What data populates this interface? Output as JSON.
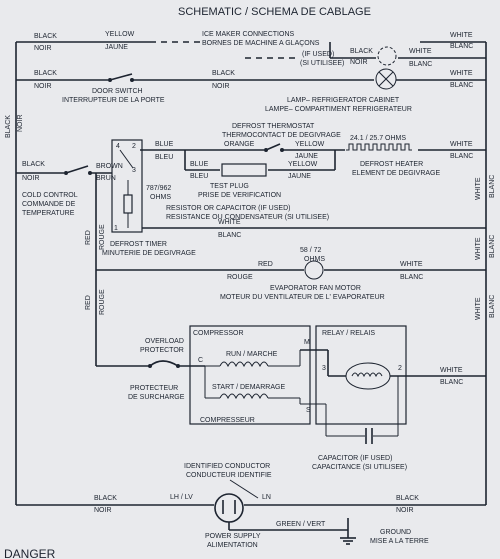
{
  "title": "SCHEMATIC / SCHEMA DE CABLAGE",
  "labels": {
    "black_top": "BLACK",
    "noir_top": "NOIR",
    "yellow_top": "YELLOW",
    "jaune_top": "JAUNE",
    "ice_maker_en": "ICE MAKER CONNECTIONS",
    "ice_maker_fr": "BORNES DE MACHINE A GLAÇONS",
    "if_used": "(IF USED)",
    "si_utilisee": "(SI UTILISEE)",
    "black_icem": "BLACK",
    "noir_icem": "NOIR",
    "white_r1": "WHITE",
    "blanc_r1": "BLANC",
    "white_r1b": "WHITE",
    "blanc_r1b": "BLANC",
    "black_door": "BLACK",
    "noir_door": "NOIR",
    "door_switch_en": "DOOR SWITCH",
    "door_switch_fr": "INTERRUPTEUR DE LA PORTE",
    "black_door2": "BLACK",
    "noir_door2": "NOIR",
    "white_lamp": "WHITE",
    "blanc_lamp": "BLANC",
    "lamp_en": "LAMP– REFRIGERATOR CABINET",
    "lamp_fr": "LAMPE– COMPARTIMENT REFRIGERATEUR",
    "black_left": "BLACK",
    "noir_left": "NOIR",
    "white_right1": "WHITE",
    "blanc_right1": "BLANC",
    "white_right2": "WHITE",
    "blanc_right2": "BLANC",
    "defrost_thermo_en": "DEFROST THERMOSTAT",
    "defrost_thermo_fr": "THERMOCONTACT DE DEGIVRAGE",
    "ohms_heater": "24.1 / 25.7 OHMS",
    "num_4": "4",
    "num_2": "2",
    "num_3": "3",
    "num_1": "1",
    "blue_a": "BLUE",
    "bleu_a": "BLEU",
    "blue_b": "BLUE",
    "bleu_b": "BLEU",
    "orange": "ORANGE",
    "yellow_therm": "YELLOW",
    "jaune_therm": "JAUNE",
    "yellow_plug": "YELLOW",
    "jaune_plug": "JAUNE",
    "white_heater": "WHITE",
    "blanc_heater": "BLANC",
    "heater_en": "DEFROST HEATER",
    "heater_fr": "ELEMENT DE DEGIVRAGE",
    "black_cc": "BLACK",
    "noir_cc": "NOIR",
    "brown": "BROWN",
    "brun": "BRUN",
    "cold_control_en": "COLD CONTROL",
    "cold_control_fr": "COMMANDE DE",
    "cold_control_fr2": "TEMPERATURE",
    "timer_ohms": "787/962",
    "timer_ohms_unit": "OHMS",
    "test_plug_en": "TEST PLUG",
    "test_plug_fr": "PRISE DE VERIFICATION",
    "resistor_en": "RESISTOR OR CAPACITOR (IF USED)",
    "resistor_fr": "RESISTANCE OU CONDENSATEUR (SI UTILISEE)",
    "white_res": "WHITE",
    "blanc_res": "BLANC",
    "defrost_timer_en": "DEFROST TIMER",
    "defrost_timer_fr": "MINUTERIE DE DEGIVRAGE",
    "red_1": "RED",
    "rouge_1": "ROUGE",
    "red_2": "RED",
    "rouge_2": "ROUGE",
    "red_fan": "RED",
    "rouge_fan": "ROUGE",
    "fan_ohms": "58 / 72",
    "fan_ohms_unit": "OHMS",
    "white_fan": "WHITE",
    "blanc_fan": "BLANC",
    "fan_en": "EVAPORATOR FAN MOTOR",
    "fan_fr": "MOTEUR DU VENTILATEUR DE L' EVAPORATEUR",
    "white_right3": "WHITE",
    "blanc_right3": "BLANC",
    "compressor_en": "COMPRESSOR",
    "compressor_fr": "COMPRESSEUR",
    "relay": "RELAY / RELAIS",
    "overload_en": "OVERLOAD",
    "overload_en2": "PROTECTOR",
    "overload_fr": "PROTECTEUR",
    "overload_fr2": "DE SURCHARGE",
    "c": "C",
    "m": "M",
    "s": "S",
    "r3": "3",
    "r2": "2",
    "run": "RUN / MARCHE",
    "start": "START / DEMARRAGE",
    "white_relay": "WHITE",
    "blanc_relay": "BLANC",
    "capacitor_en": "CAPACITOR (IF USED)",
    "capacitor_fr": "CAPACITANCE (SI UTILISEE)",
    "identified_en": "IDENTIFIED CONDUCTOR",
    "identified_fr": "CONDUCTEUR IDENTIFIE",
    "black_ps": "BLACK",
    "noir_ps": "NOIR",
    "black_ps2": "BLACK",
    "noir_ps2": "NOIR",
    "lh_lv": "LH / LV",
    "ln": "LN",
    "power_en": "POWER SUPPLY",
    "power_fr": "ALIMENTATION",
    "green": "GREEN / VERT",
    "ground_en": "GROUND",
    "ground_fr": "MISE A LA TERRE",
    "danger": "DANGER"
  }
}
